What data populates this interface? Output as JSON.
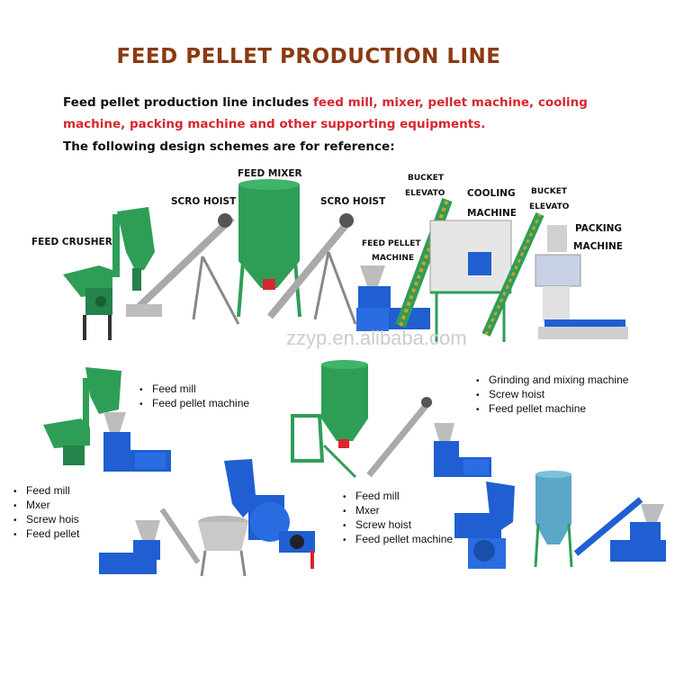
{
  "title": "FEED PELLET PRODUCTION LINE",
  "colors": {
    "title": "#8b3a12",
    "highlight": "#d7262e",
    "green": "#2e9e57",
    "blue": "#1f5fd1",
    "steel": "#a9a9a9"
  },
  "intro": {
    "line1_prefix": "Feed pellet production line includes ",
    "line1_highlight": "feed mill, mixer, pellet machine, cooling",
    "line2_highlight": "machine, packing machine and other supporting equipments.",
    "line3": "The following design schemes are for reference:"
  },
  "top_labels": {
    "feed_crusher": "FEED CRUSHER",
    "scro_hoist_1": "SCRO HOIST",
    "feed_mixer": "FEED MIXER",
    "scro_hoist_2": "SCRO HOIST",
    "feed_pellet_machine_1": "FEED PELLET",
    "feed_pellet_machine_2": "MACHINE",
    "bucket_elevator_1a": "BUCKET",
    "bucket_elevator_1b": "ELEVATO",
    "cooling_machine_1": "COOLING",
    "cooling_machine_2": "MACHINE",
    "bucket_elevator_2a": "BUCKET",
    "bucket_elevator_2b": "ELEVATO",
    "packing_machine_1": "PACKING",
    "packing_machine_2": "MACHINE"
  },
  "watermark": "zzyp.en.alibaba.com",
  "schemes": [
    {
      "items": [
        "Feed mill",
        "Feed pellet machine"
      ]
    },
    {
      "items": [
        "Grinding and mixing machine",
        "Screw hoist",
        "Feed pellet machine"
      ]
    },
    {
      "items": [
        "Feed mill",
        "Mxer",
        "Screw hois",
        "Feed pellet"
      ]
    },
    {
      "items": [
        "Feed mill",
        "Mxer",
        "Screw hoist",
        "Feed pellet machine"
      ]
    }
  ]
}
